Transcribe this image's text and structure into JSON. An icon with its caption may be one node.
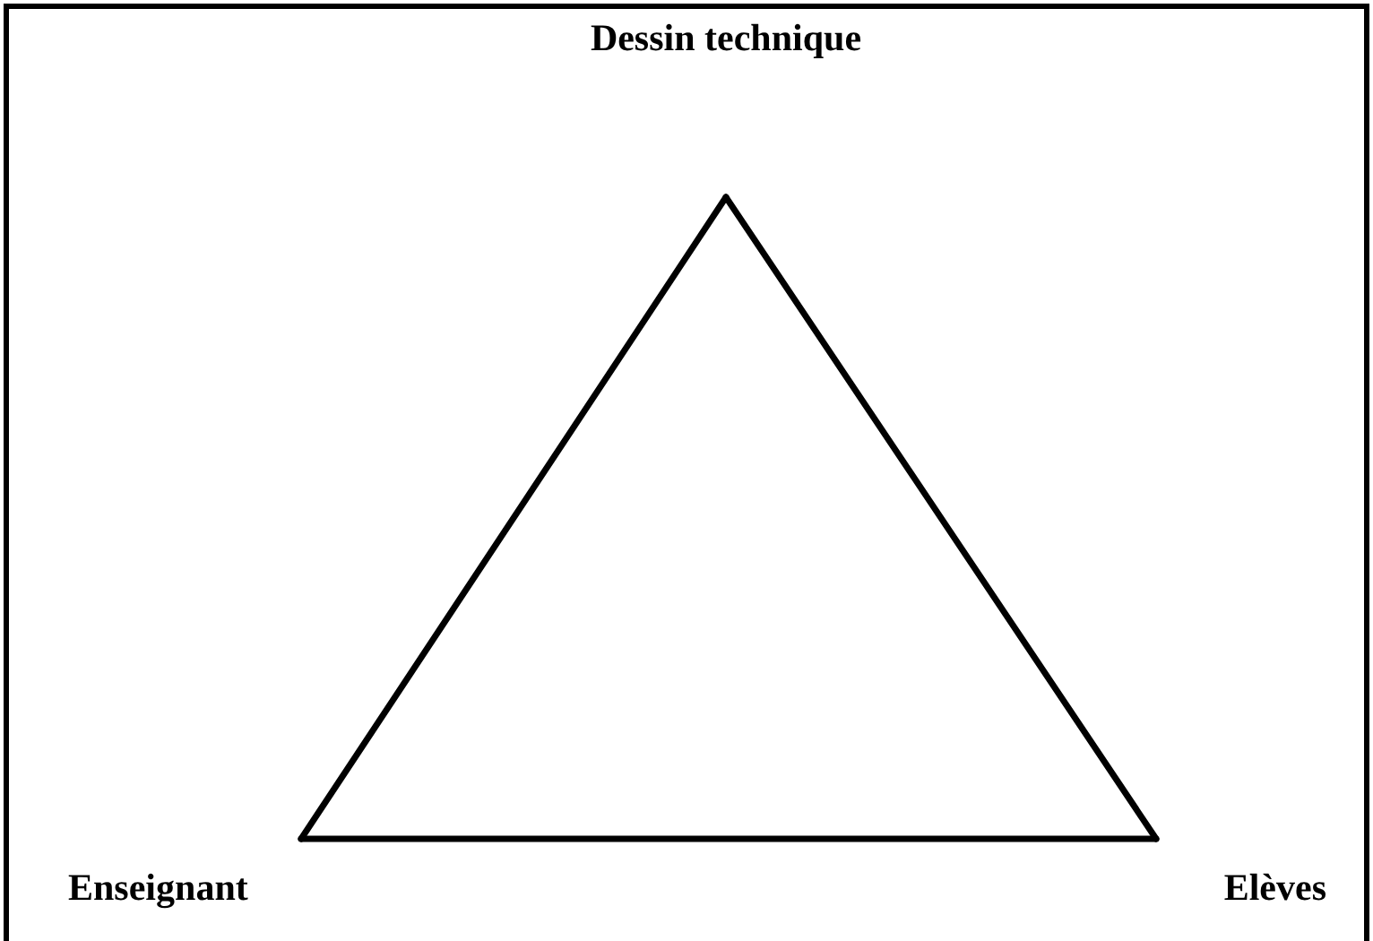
{
  "diagram": {
    "nodes": [
      {
        "text": [
          "Dessin technique"
        ]
      },
      {
        "text": [
          "Enseignant"
        ]
      },
      {
        "text": [
          "Elèves"
        ]
      }
    ],
    "edges": [
      {
        "from": 0,
        "to": 1,
        "arrow": "none"
      },
      {
        "from": 1,
        "to": 2,
        "arrow": "none"
      },
      {
        "from": 2,
        "to": 0,
        "arrow": "none"
      }
    ]
  }
}
